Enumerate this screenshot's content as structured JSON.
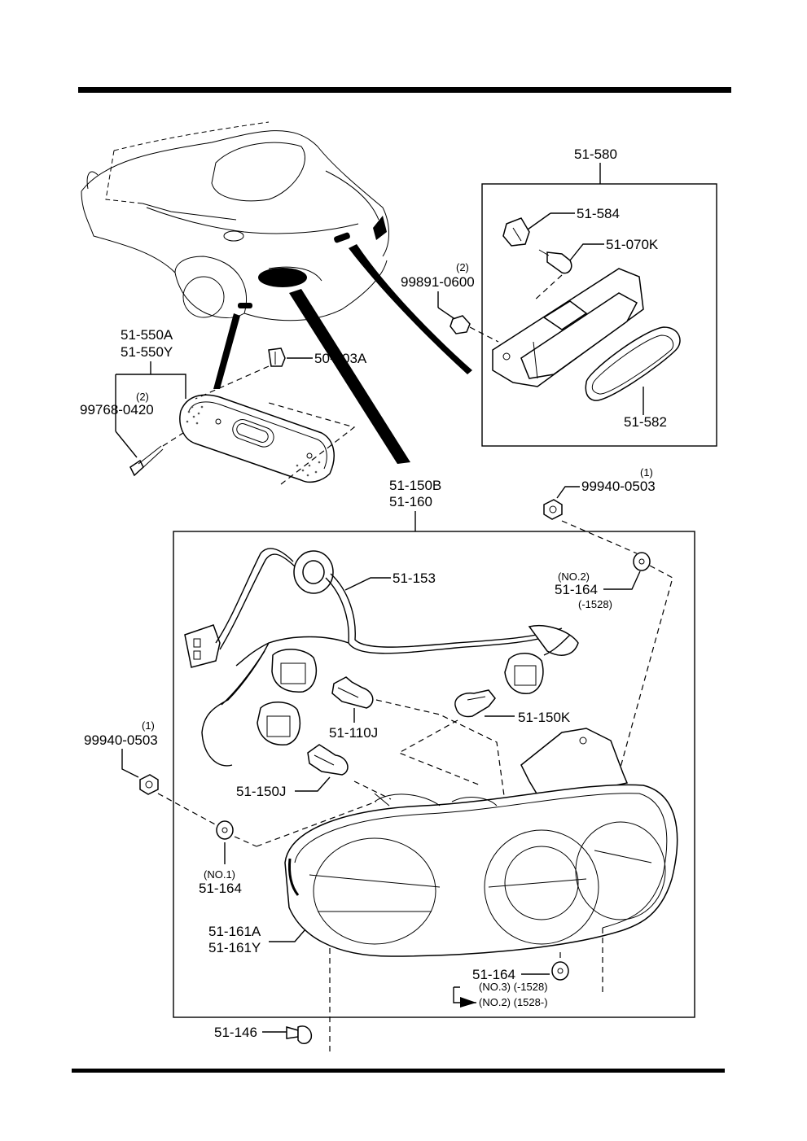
{
  "labels": {
    "side_marker_assy": "51-580",
    "socket": "51-584",
    "side_marker_bulb": "51-070K",
    "screw_qty_side": "(2)",
    "screw_side": "99891-0600",
    "side_marker_lens": "51-582",
    "reflector_a": "51-550A",
    "reflector_y": "51-550Y",
    "clip": "50-803A",
    "screw_qty_reflector": "(2)",
    "screw_reflector": "99768-0420",
    "rear_combo_b": "51-150B",
    "rear_combo": "51-160",
    "nut_qty_right": "(1)",
    "nut_right": "99940-0503",
    "socket_harness": "51-153",
    "grommet_no2_note": "(NO.2)",
    "grommet_no2": "51-164",
    "grommet_no2_range": "(-1528)",
    "bulb_110j": "51-110J",
    "bulb_150k": "51-150K",
    "nut_qty_left": "(1)",
    "nut_left": "99940-0503",
    "bulb_150j": "51-150J",
    "grommet_no1_note": "(NO.1)",
    "grommet_no1": "51-164",
    "lens_a": "51-161A",
    "lens_y": "51-161Y",
    "grommet_no3": "51-164",
    "grommet_no3_note": "(NO.3) (-1528)",
    "grommet_no3_alt": "(NO.2) (1528-)",
    "bolt": "51-146"
  }
}
